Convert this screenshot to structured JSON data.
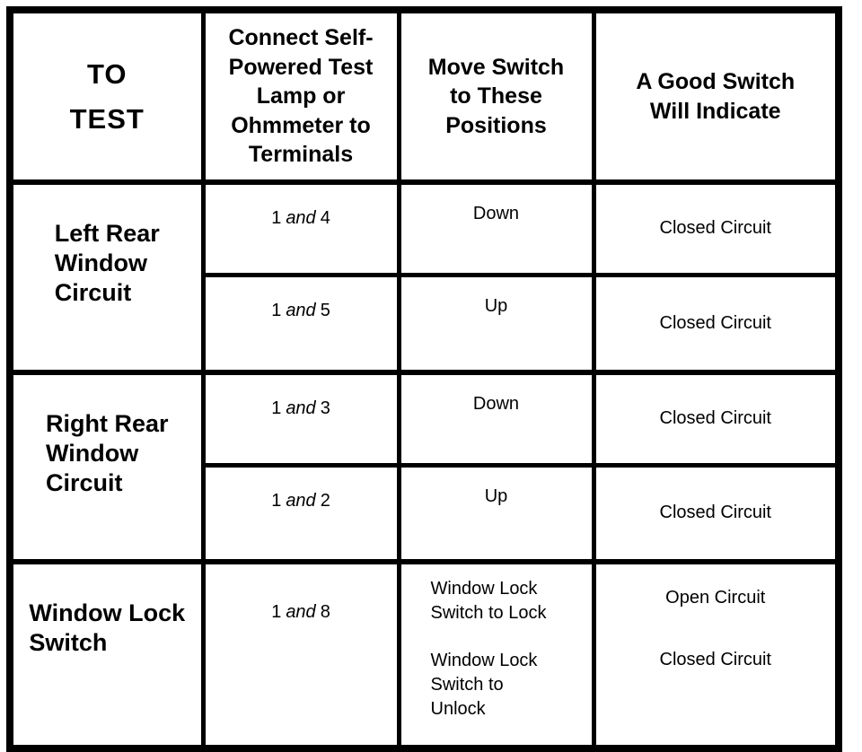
{
  "page": {
    "background_color": "#ffffff",
    "ink_color": "#000000"
  },
  "table": {
    "headers": [
      "TO\nTEST",
      "Connect Self-\nPowered Test\nLamp or\nOhmmeter to\nTerminals",
      "Move Switch\nto These\nPositions",
      "A Good Switch\nWill Indicate"
    ],
    "sections": [
      {
        "label": "Left Rear\nWindow\nCircuit",
        "rows": [
          {
            "terminal": {
              "first": "1",
              "conj": "and",
              "second": "4"
            },
            "position": "Down",
            "result": "Closed Circuit"
          },
          {
            "terminal": {
              "first": "1",
              "conj": "and",
              "second": "5"
            },
            "position": "Up",
            "result": "Closed Circuit"
          }
        ]
      },
      {
        "label": "Right Rear\nWindow\nCircuit",
        "rows": [
          {
            "terminal": {
              "first": "1",
              "conj": "and",
              "second": "3"
            },
            "position": "Down",
            "result": "Closed Circuit"
          },
          {
            "terminal": {
              "first": "1",
              "conj": "and",
              "second": "2"
            },
            "position": "Up",
            "result": "Closed Circuit"
          }
        ]
      },
      {
        "label": "Window Lock\nSwitch",
        "terminal": {
          "first": "1",
          "conj": "and",
          "second": "8"
        },
        "cases": [
          {
            "position": "Window Lock\nSwitch to Lock",
            "result": "Open Circuit"
          },
          {
            "position": "Window Lock\nSwitch to\nUnlock",
            "result": "Closed Circuit"
          }
        ]
      }
    ]
  }
}
